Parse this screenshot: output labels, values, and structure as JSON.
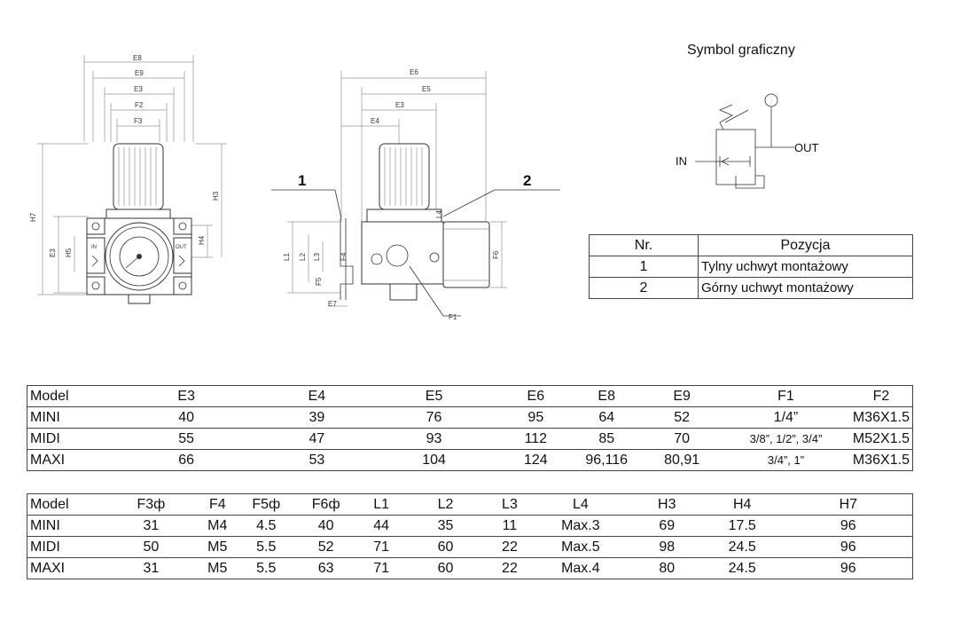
{
  "symbol": {
    "title": "Symbol graficzny",
    "in_label": "IN",
    "out_label": "OUT"
  },
  "drawing_labels": {
    "front": {
      "e8": "E8",
      "e9": "E9",
      "e3": "E3",
      "f2": "F2",
      "f3": "F3",
      "h7": "H7",
      "h3": "H3",
      "e3v": "E3",
      "h5": "H5",
      "h4": "H4",
      "in": "IN",
      "out": "OUT"
    },
    "side": {
      "e6": "E6",
      "e5": "E5",
      "e3": "E3",
      "e4": "E4",
      "l1": "L1",
      "l2": "L2",
      "l3": "L3",
      "f4": "F4",
      "f5": "F5",
      "f6": "F6",
      "e7": "E7",
      "f1": "F1",
      "l4": "L4",
      "callout1": "1",
      "callout2": "2"
    }
  },
  "positions": {
    "headers": [
      "Nr.",
      "Pozycja"
    ],
    "rows": [
      [
        "1",
        "Tylny uchwyt montażowy"
      ],
      [
        "2",
        "Górny uchwyt montażowy"
      ]
    ]
  },
  "table1": {
    "headers": [
      "Model",
      "E3",
      "E4",
      "E5",
      "E6",
      "E8",
      "E9",
      "F1",
      "F2"
    ],
    "rows": [
      [
        "MINI",
        "40",
        "39",
        "76",
        "95",
        "64",
        "52",
        "1/4”",
        "M36X1.5"
      ],
      [
        "MIDI",
        "55",
        "47",
        "93",
        "112",
        "85",
        "70",
        "3/8”, 1/2”, 3/4”",
        "M52X1.5"
      ],
      [
        "MAXI",
        "66",
        "53",
        "104",
        "124",
        "96,116",
        "80,91",
        "3/4”, 1”",
        "M36X1.5"
      ]
    ]
  },
  "table2": {
    "headers": [
      "Model",
      "F3ф",
      "F4",
      "F5ф",
      "F6ф",
      "L1",
      "L2",
      "L3",
      "L4",
      "H3",
      "H4",
      "H7"
    ],
    "rows": [
      [
        "MINI",
        "31",
        "M4",
        "4.5",
        "40",
        "44",
        "35",
        "11",
        "Max.3",
        "69",
        "17.5",
        "96"
      ],
      [
        "MIDI",
        "50",
        "M5",
        "5.5",
        "52",
        "71",
        "60",
        "22",
        "Max.5",
        "98",
        "24.5",
        "96"
      ],
      [
        "MAXI",
        "31",
        "M5",
        "5.5",
        "63",
        "71",
        "60",
        "22",
        "Max.4",
        "80",
        "24.5",
        "96"
      ]
    ]
  }
}
